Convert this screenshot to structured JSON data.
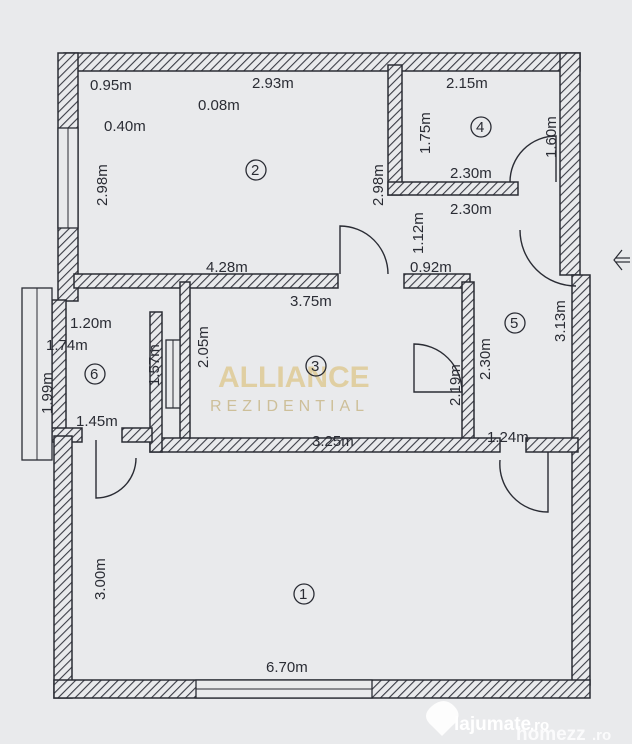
{
  "plan": {
    "rooms": [
      {
        "number": "1"
      },
      {
        "number": "2"
      },
      {
        "number": "3"
      },
      {
        "number": "4"
      },
      {
        "number": "5"
      },
      {
        "number": "6"
      }
    ],
    "dimensions": [
      "0.95m",
      "2.93m",
      "0.08m",
      "0.40m",
      "2.15m",
      "1.75m",
      "1.60m",
      "2.98m",
      "2.98m",
      "2.30m",
      "2.30m",
      "1.12m",
      "4.28m",
      "0.92m",
      "3.75m",
      "1.20m",
      "1.74m",
      "2.05m",
      "1.57m",
      "1.99m",
      "2.19m",
      "2.30m",
      "3.13m",
      "1.45m",
      "3.25m",
      "1.24m",
      "3.00m",
      "6.70m"
    ]
  },
  "watermark": {
    "brand": "ALLIANCE",
    "sub": "REZIDENTIAL"
  },
  "logos": {
    "left": "lajumate",
    "left_suffix": ".ro",
    "right": "homezz",
    "right_suffix": ".ro"
  }
}
